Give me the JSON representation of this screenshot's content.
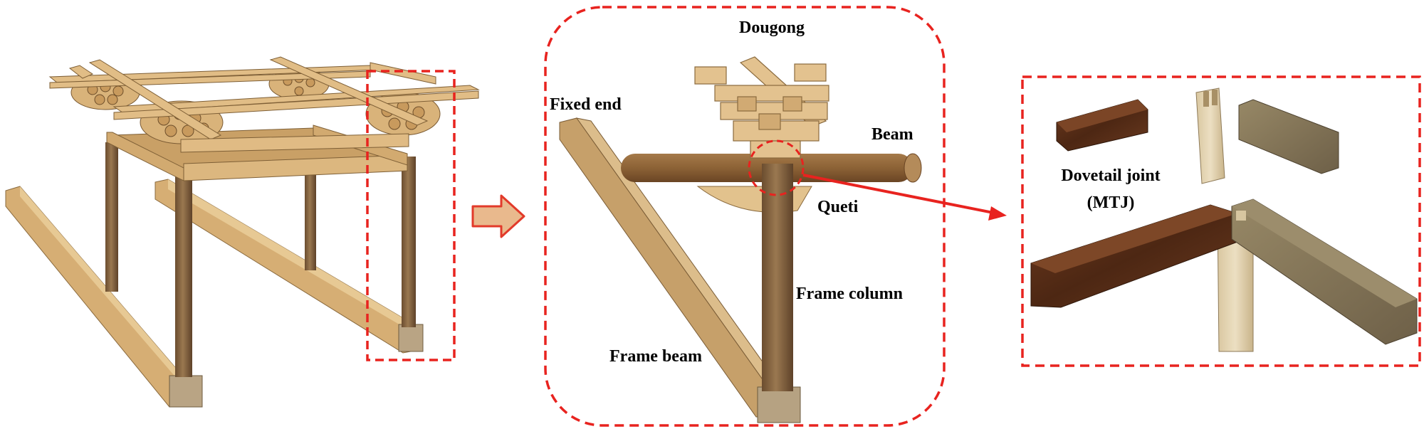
{
  "labels": {
    "dougong": "Dougong",
    "fixed_end": "Fixed end",
    "beam": "Beam",
    "queti": "Queti",
    "frame_column": "Frame column",
    "frame_beam": "Frame beam",
    "dovetail_joint": "Dovetail joint",
    "mtj": "(MTJ)"
  },
  "colors": {
    "highlight_dash": "#e8231f",
    "arrow_fill": "#e9b98d",
    "arrow_stroke": "#e23a2a",
    "light_wood": "#dcb77f",
    "column_wood": "#8a6a44",
    "dark_wood": "#5a3019",
    "pale_wood": "#e6d6b4",
    "olive_wood": "#857555"
  },
  "icons": {
    "flow_arrow": "right-arrow-icon"
  }
}
